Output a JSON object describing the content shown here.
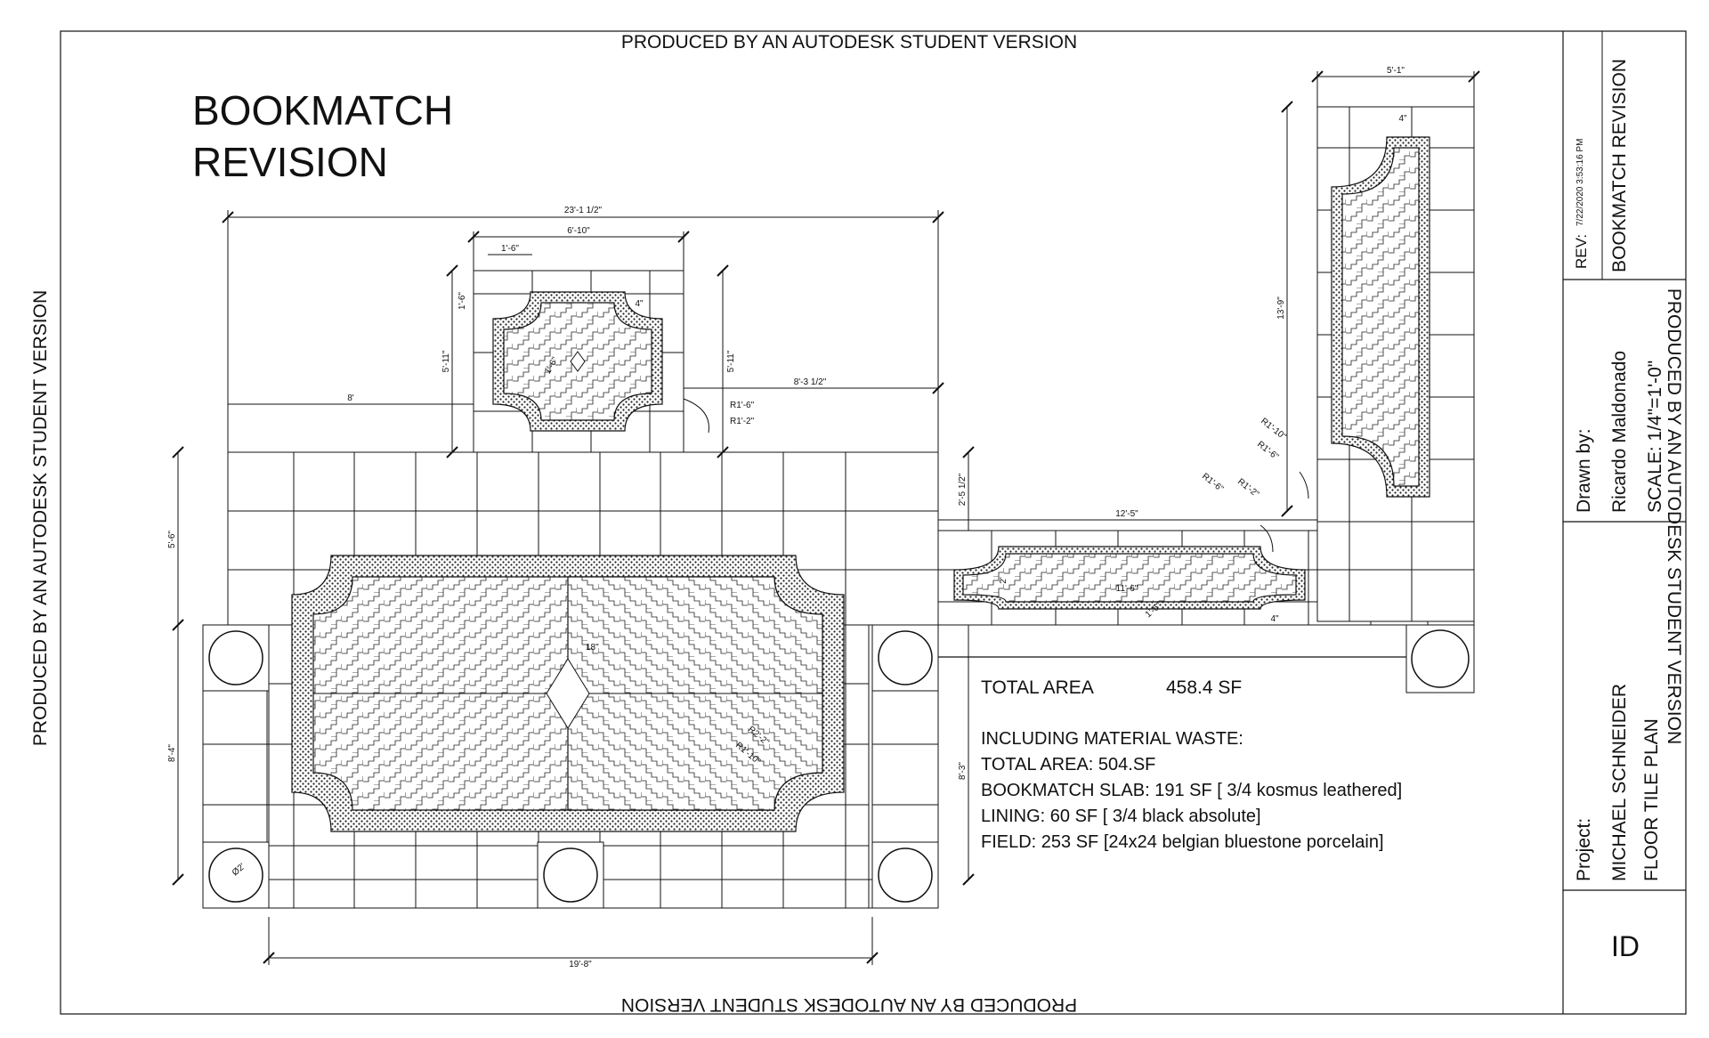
{
  "watermark": {
    "top": "PRODUCED BY AN AUTODESK STUDENT VERSION",
    "bottom": "PRODUCED BY AN AUTODESK STUDENT VERSION",
    "left": "PRODUCED BY AN AUTODESK STUDENT VERSION",
    "right": "PRODUCED BY AN AUTODESK STUDENT VERSION"
  },
  "title": {
    "line1": "BOOKMATCH",
    "line2": "REVISION"
  },
  "dimensions": {
    "overall_width": "23'-1 1/2\"",
    "top_panel_width": "6'-10\"",
    "top_panel_border": "1'-6\"",
    "top_panel_height_left": "5'-11\"",
    "top_panel_height_right": "5'-11\"",
    "top_panel_edge": "1'-6\"",
    "top_panel_edge2": "4\"",
    "left_offset": "8'",
    "right_offset": "8'-3 1/2\"",
    "radius_a": "R1'-6\"",
    "radius_b": "R1'-2\"",
    "top_panel_inner": "1'-6\"",
    "main_left_height": "5'-6\"",
    "main_lower_height": "8'-4\"",
    "main_right_height": "8'-3\"",
    "main_right_upper": "2'-5 1/2\"",
    "main_center": "18\"",
    "main_radius_a": "R2'-2\"",
    "main_radius_b": "R1'-10\"",
    "circle_dia": "Ø2'",
    "main_bottom_width": "19'-8\"",
    "corridor_width": "12'-5\"",
    "corridor_inner": "11'-6\"",
    "corridor_height": "2'",
    "corridor_small": "4\"",
    "corridor_small2": "1'-6\"",
    "right_width": "5'-1\"",
    "right_edge": "4\"",
    "right_height": "13'-9\"",
    "right_radius_a": "R1'-10\"",
    "right_radius_b": "R1'-6\"",
    "right_radius_c": "R1'-6\"",
    "right_radius_d": "R1'-2\""
  },
  "notes": {
    "total_area_label": "TOTAL AREA",
    "total_area_value": "458.4 SF",
    "waste_heading": "INCLUDING MATERIAL WASTE:",
    "waste_total": "TOTAL AREA: 504.SF",
    "bookmatch": "BOOKMATCH SLAB: 191 SF [ 3/4 kosmus leathered]",
    "lining": "LINING: 60 SF [ 3/4 black absolute]",
    "field": "FIELD: 253 SF [24x24 belgian bluestone porcelain]"
  },
  "title_block": {
    "rev_label": "REV:",
    "rev_date": "7/22/2020 3:53:16 PM",
    "rev_title": "BOOKMATCH REVISION",
    "drawn_label": "Drawn by:",
    "drawn_name": "Ricardo Maldonado",
    "scale": "SCALE: 1/4\"=1'-0\"",
    "project_label": "Project:",
    "project_name": "MICHAEL SCHNEIDER",
    "project_sub": "FLOOR TILE PLAN",
    "sheet_id": "ID"
  }
}
